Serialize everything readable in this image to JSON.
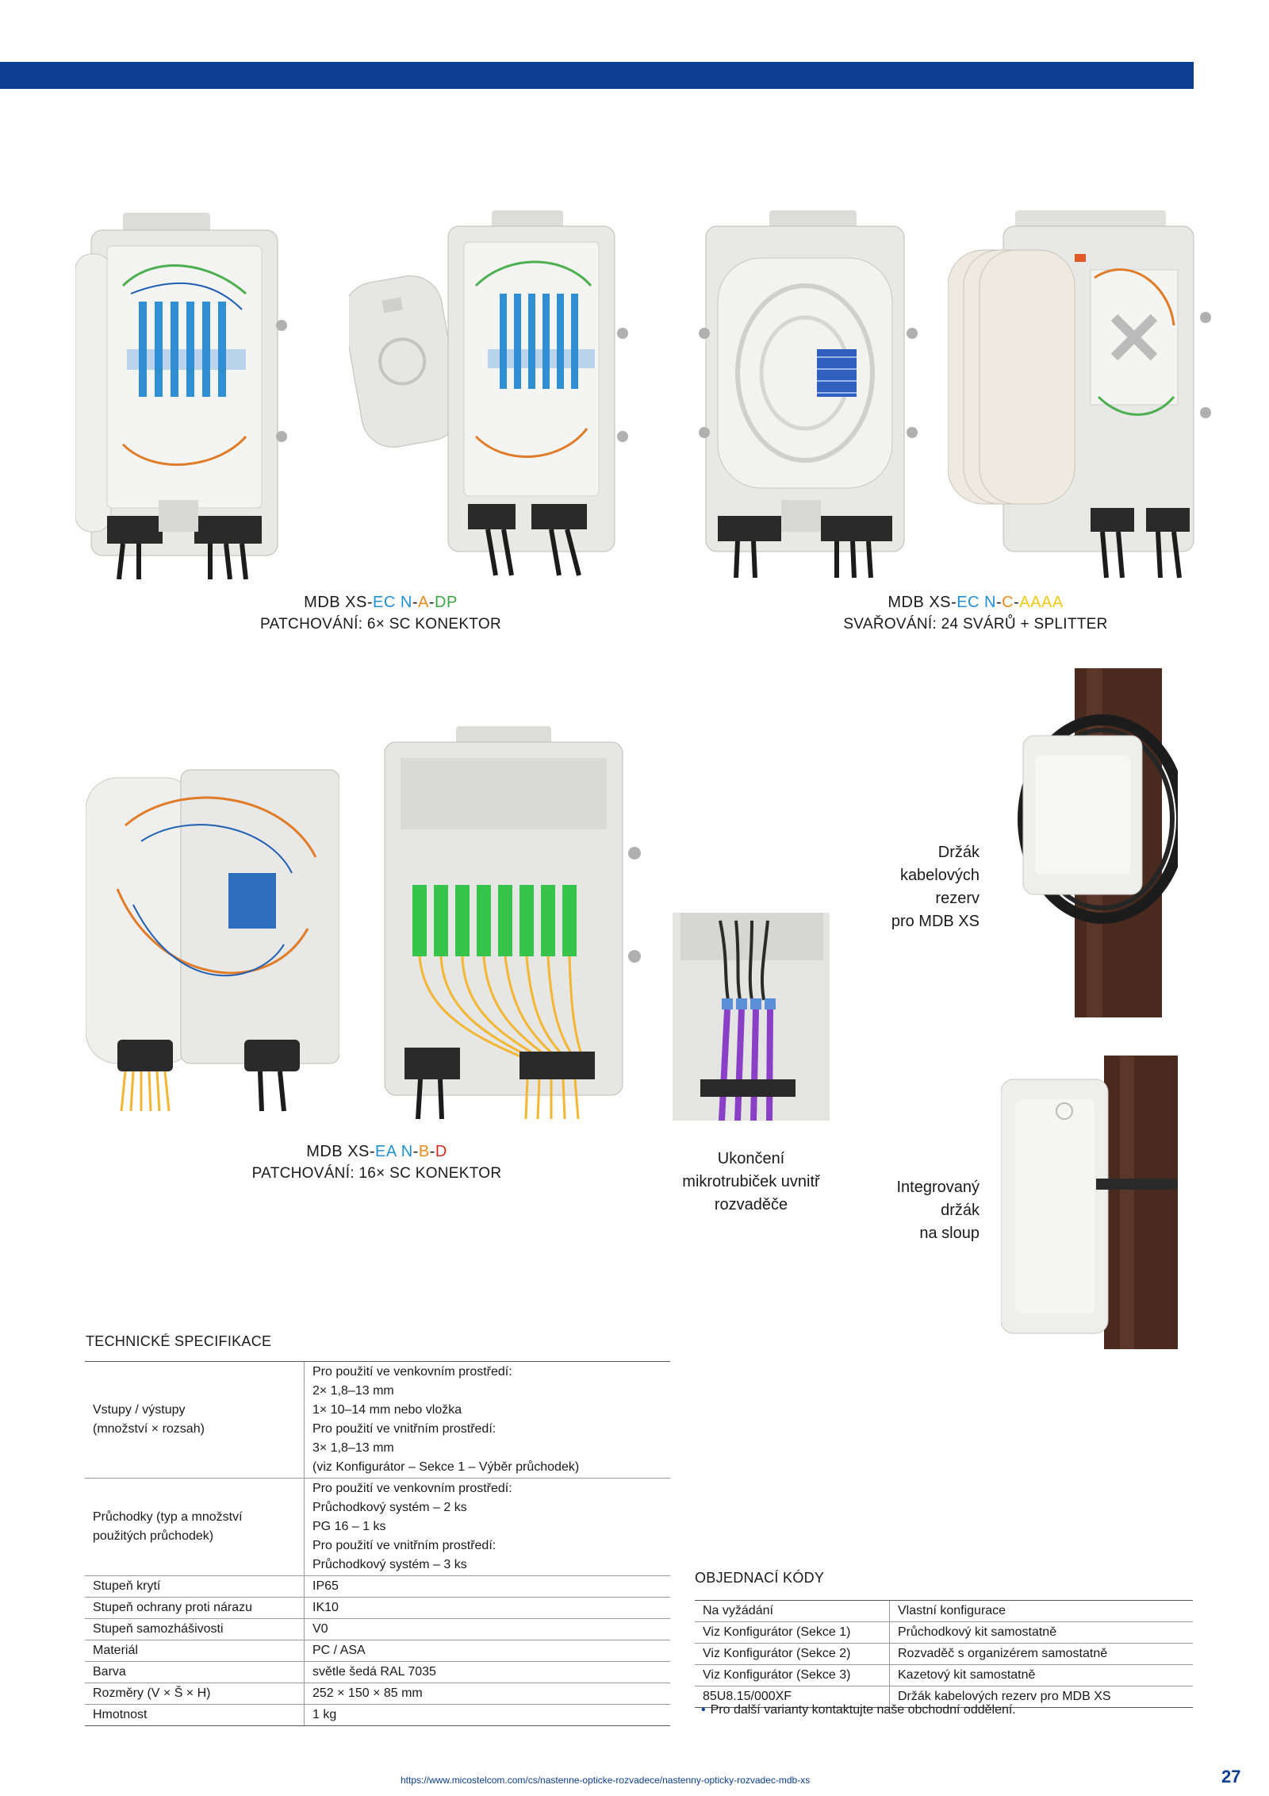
{
  "captions": {
    "dp": {
      "model_prefix": "MDB XS-",
      "ec": "EC",
      "sep1": " ",
      "n": "N",
      "dash1": "-",
      "a": "A",
      "dash2": "-",
      "dp": "DP",
      "sub": "PATCHOVÁNÍ: 6× SC KONEKTOR"
    },
    "aaaa": {
      "model_prefix": "MDB XS-",
      "ec": "EC",
      "sep1": " ",
      "n": "N",
      "dash1": "-",
      "c": "C",
      "dash2": "-",
      "aaaa": "AAAA",
      "sub": "SVAŘOVÁNÍ: 24 SVÁRŮ + SPLITTER"
    },
    "d": {
      "model_prefix": "MDB XS-",
      "ea": "EA",
      "sep1": " ",
      "n": "N",
      "dash1": "-",
      "b": "B",
      "dash2": "-",
      "d": "D",
      "sub": "PATCHOVÁNÍ: 16× SC KONEKTOR"
    }
  },
  "side_labels": {
    "holder": [
      "Držák",
      "kabelových",
      "rezerv",
      "pro MDB XS"
    ],
    "microtubes": [
      "Ukončení",
      "mikrotrubiček uvnitř",
      "rozvaděče"
    ],
    "pole": [
      "Integrovaný",
      "držák",
      "na sloup"
    ]
  },
  "spec": {
    "title": "TECHNICKÉ SPECIFIKACE",
    "rows": [
      {
        "k": [
          "Vstupy / výstupy",
          "(množství × rozsah)"
        ],
        "v": [
          "Pro použití ve venkovním prostředí:",
          "2× 1,8–13 mm",
          "1× 10–14 mm nebo vložka",
          "Pro použití ve vnitřním prostředí:",
          "3× 1,8–13 mm",
          "(viz Konfigurátor – Sekce 1 – Výběr průchodek)"
        ]
      },
      {
        "k": [
          "Průchodky (typ a množství",
          "použitých průchodek)"
        ],
        "v": [
          "Pro použití ve venkovním prostředí:",
          "Průchodkový systém – 2 ks",
          "PG 16 – 1 ks",
          "Pro použití ve vnitřním prostředí:",
          "Průchodkový systém – 3 ks"
        ]
      },
      {
        "k": [
          "Stupeň krytí"
        ],
        "v": [
          "IP65"
        ]
      },
      {
        "k": [
          "Stupeň ochrany proti nárazu"
        ],
        "v": [
          "IK10"
        ]
      },
      {
        "k": [
          "Stupeň samozhášivosti"
        ],
        "v": [
          "V0"
        ]
      },
      {
        "k": [
          "Materiál"
        ],
        "v": [
          "PC / ASA"
        ]
      },
      {
        "k": [
          "Barva"
        ],
        "v": [
          "světle šedá RAL 7035"
        ]
      },
      {
        "k": [
          "Rozměry (V × Š × H)"
        ],
        "v": [
          "252 × 150 × 85 mm"
        ]
      },
      {
        "k": [
          "Hmotnost"
        ],
        "v": [
          "1 kg"
        ]
      }
    ]
  },
  "codes": {
    "title": "OBJEDNACÍ KÓDY",
    "rows": [
      {
        "k": "Na vyžádání",
        "v": "Vlastní konfigurace"
      },
      {
        "k": "Viz Konfigurátor (Sekce 1)",
        "v": "Průchodkový kit samostatně"
      },
      {
        "k": "Viz Konfigurátor (Sekce 2)",
        "v": "Rozvaděč s organizérem samostatně"
      },
      {
        "k": "Viz Konfigurátor (Sekce 3)",
        "v": "Kazetový kit samostatně"
      },
      {
        "k": "85U8.15/000XF",
        "v": "Držák kabelových rezerv pro MDB XS"
      }
    ],
    "note": "Pro další varianty kontaktujte naše obchodní oddělení."
  },
  "footer": {
    "url": "https://www.micostelcom.com/cs/nastenne-opticke-rozvadece/nastenny-opticky-rozvadec-mdb-xs",
    "page": "27"
  },
  "colors": {
    "brand_blue": "#0b3d91",
    "housing_grey": "#e6e6e4",
    "pole_brown": "#4a2a1e"
  }
}
